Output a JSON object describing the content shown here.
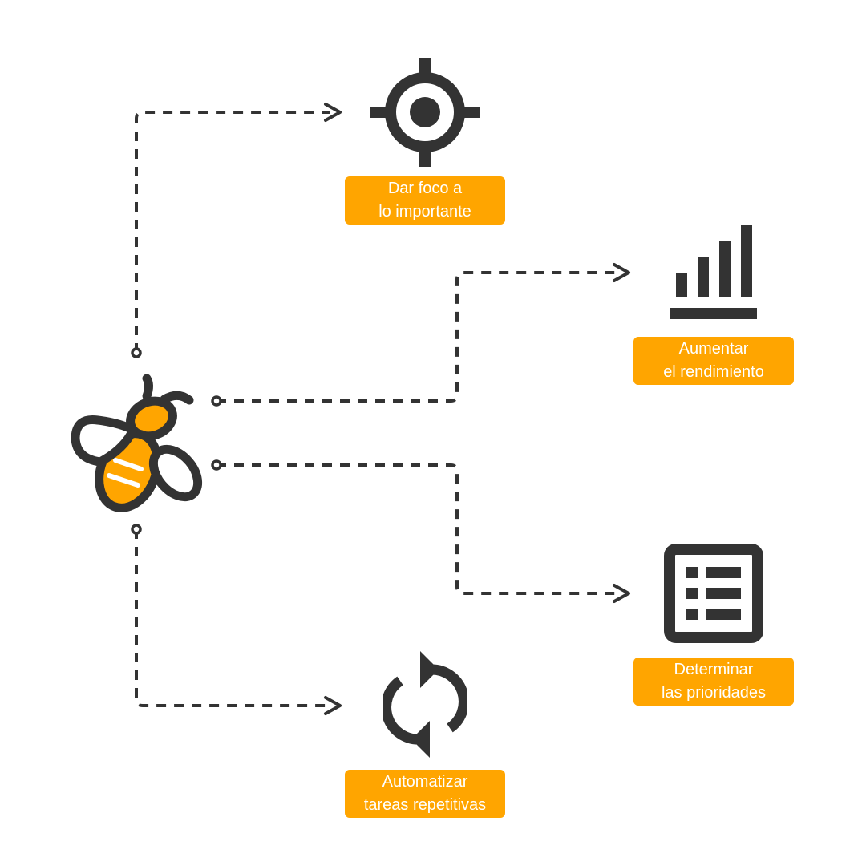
{
  "colors": {
    "accent": "#ffa500",
    "ink": "#333333",
    "background": "#ffffff",
    "label_text": "#ffffff"
  },
  "center_icon": "bee-logo-icon",
  "nodes": [
    {
      "id": "focus",
      "icon": "target-icon",
      "label_line1": "Dar foco a",
      "label_line2": "lo importante"
    },
    {
      "id": "performance",
      "icon": "bar-chart-icon",
      "label_line1": "Aumentar",
      "label_line2": "el rendimiento"
    },
    {
      "id": "priorities",
      "icon": "list-icon",
      "label_line1": "Determinar",
      "label_line2": "las prioridades"
    },
    {
      "id": "automate",
      "icon": "refresh-icon",
      "label_line1": "Automatizar",
      "label_line2": "tareas repetitivas"
    }
  ]
}
